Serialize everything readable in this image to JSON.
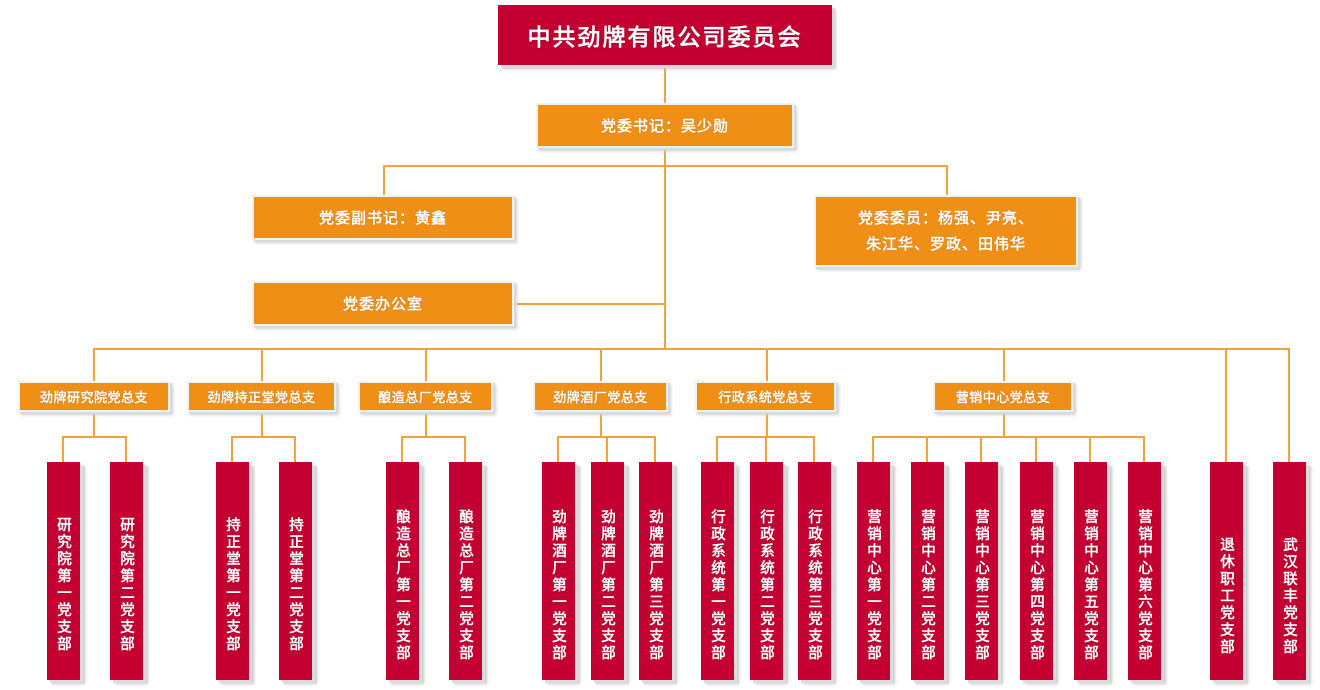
{
  "meta": {
    "colors": {
      "red": "#C30031",
      "orange": "#EF8F16",
      "connector": "#EFA33C",
      "background": "#FFFFFF",
      "shadow": "#D9D9D9",
      "text": "#FFFFFF"
    }
  },
  "root": {
    "label": "中共劲牌有限公司委员会"
  },
  "secretary": {
    "label": "党委书记：吴少勋"
  },
  "deputy_secretary": {
    "label": "党委副书记：黄鑫"
  },
  "committee_members": {
    "line1": "党委委员：杨强、尹亮、",
    "line2": "朱江华、罗政、田伟华"
  },
  "office": {
    "label": "党委办公室"
  },
  "general_branches": [
    {
      "label": "劲牌研究院党总支"
    },
    {
      "label": "劲牌持正堂党总支"
    },
    {
      "label": "酿造总厂党总支"
    },
    {
      "label": "劲牌酒厂党总支"
    },
    {
      "label": "行政系统党总支"
    },
    {
      "label": "营销中心党总支"
    }
  ],
  "branches": [
    {
      "label": "研究院第一党支部"
    },
    {
      "label": "研究院第二党支部"
    },
    {
      "label": "持正堂第一党支部"
    },
    {
      "label": "持正堂第二党支部"
    },
    {
      "label": "酿造总厂第一党支部"
    },
    {
      "label": "酿造总厂第二党支部"
    },
    {
      "label": "劲牌酒厂第一党支部"
    },
    {
      "label": "劲牌酒厂第二党支部"
    },
    {
      "label": "劲牌酒厂第三党支部"
    },
    {
      "label": "行政系统第一党支部"
    },
    {
      "label": "行政系统第二党支部"
    },
    {
      "label": "行政系统第三党支部"
    },
    {
      "label": "营销中心第一党支部"
    },
    {
      "label": "营销中心第二党支部"
    },
    {
      "label": "营销中心第三党支部"
    },
    {
      "label": "营销中心第四党支部"
    },
    {
      "label": "营销中心第五党支部"
    },
    {
      "label": "营销中心第六党支部"
    },
    {
      "label": "退休职工党支部"
    },
    {
      "label": "武汉联丰党支部"
    }
  ]
}
